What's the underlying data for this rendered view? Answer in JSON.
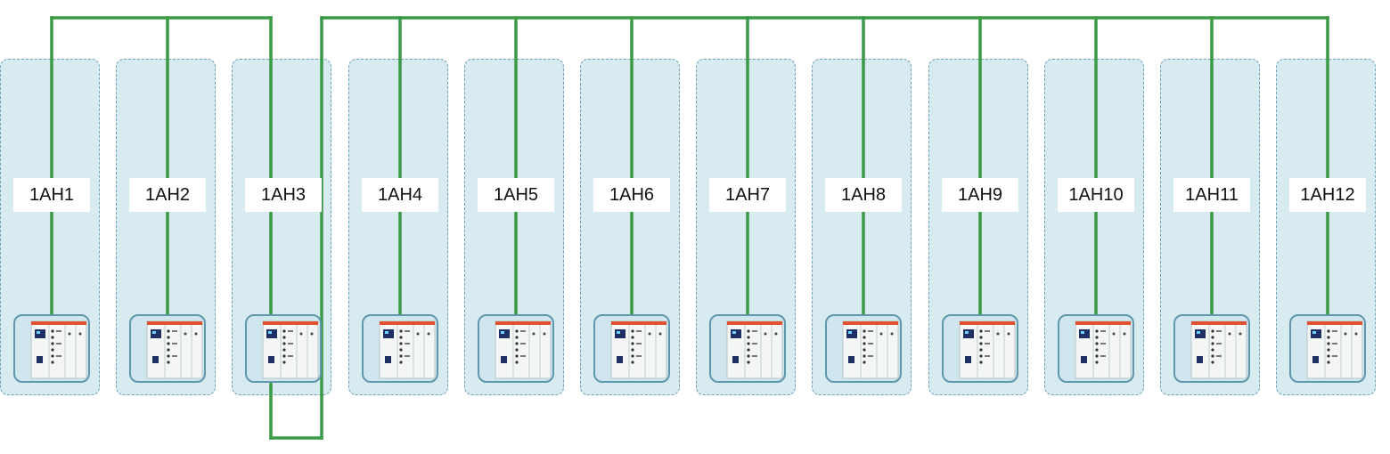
{
  "colors": {
    "panel_fill": "#d7ebf0",
    "panel_border": "#6fa0b6",
    "wire": "#3a9a45",
    "label_bg": "#ffffff",
    "thumb_border": "#5f97ad"
  },
  "cabinets": [
    {
      "label": "1AH1",
      "icon": "switchgear-cabinet-icon"
    },
    {
      "label": "1AH2",
      "icon": "switchgear-cabinet-icon"
    },
    {
      "label": "1AH3",
      "icon": "switchgear-cabinet-icon"
    },
    {
      "label": "1AH4",
      "icon": "switchgear-cabinet-icon"
    },
    {
      "label": "1AH5",
      "icon": "switchgear-cabinet-icon"
    },
    {
      "label": "1AH6",
      "icon": "switchgear-cabinet-icon"
    },
    {
      "label": "1AH7",
      "icon": "switchgear-cabinet-icon"
    },
    {
      "label": "1AH8",
      "icon": "switchgear-cabinet-icon"
    },
    {
      "label": "1AH9",
      "icon": "switchgear-cabinet-icon"
    },
    {
      "label": "1AH10",
      "icon": "switchgear-cabinet-icon"
    },
    {
      "label": "1AH11",
      "icon": "switchgear-cabinet-icon"
    },
    {
      "label": "1AH12",
      "icon": "switchgear-cabinet-icon"
    }
  ]
}
